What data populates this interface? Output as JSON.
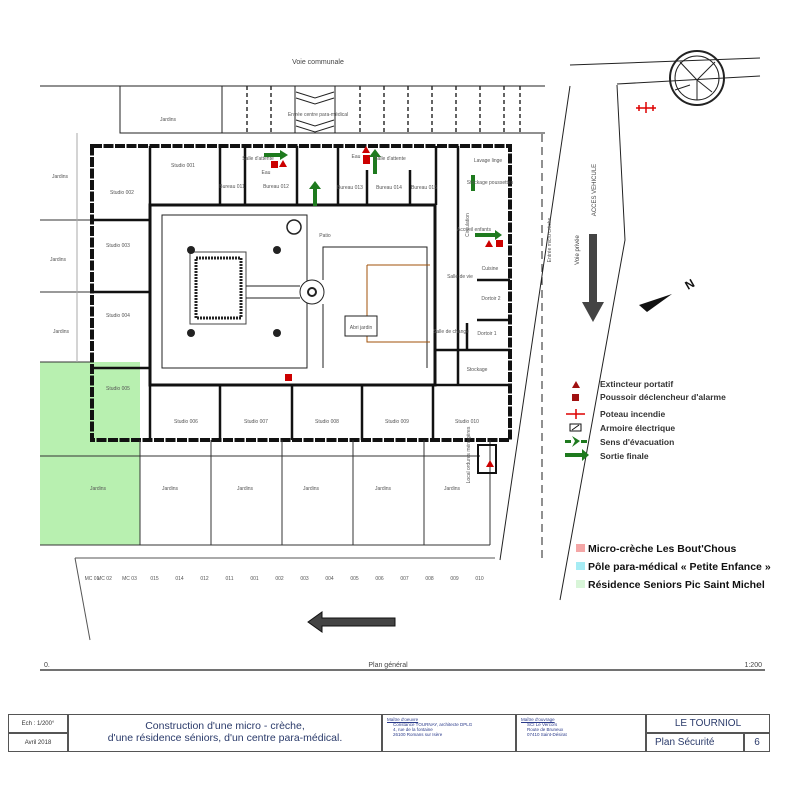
{
  "plan": {
    "road_top": "Voie communale",
    "entrance": "Entrée centre para-médical",
    "access": "ACCES VEHICULE",
    "private_road": "Voie privée",
    "micro_entrance": "Entrée micro crèche",
    "north": "N",
    "patio": "Patio",
    "abri": "Abri jardin",
    "garden": "Jardins",
    "local": "Local ordures ménagères",
    "rooms": {
      "studio_001": "Studio 001",
      "studio_002": "Studio 002",
      "studio_003": "Studio 003",
      "studio_004": "Studio 004",
      "studio_005": "Studio 005",
      "studio_006": "Studio 006",
      "studio_007": "Studio 007",
      "studio_008": "Studio 008",
      "studio_009": "Studio 009",
      "studio_010": "Studio 010",
      "bureau_011": "Bureau 011",
      "bureau_012": "Bureau 012",
      "bureau_013": "Bureau 013",
      "bureau_014": "Bureau 014",
      "bureau_015": "Bureau 015",
      "salle_attente_1": "Salle d'attente",
      "salle_attente_2": "Salle d'attente",
      "eau_1": "Eau",
      "eau_2": "Eau",
      "lavage": "Lavage linge",
      "stockage_poussettes": "Stockage poussettes",
      "circulation": "Circulation",
      "salle_de_vie": "Salle de vie",
      "cuisine": "Cuisine",
      "dortoir_1": "Dortoir 1",
      "dortoir_2": "Dortoir 2",
      "salle_change": "Salle de change",
      "stockage": "Stockage",
      "accueil": "Accueil enfants"
    },
    "parking_labels": [
      "MC 01",
      "MC 02",
      "MC 03",
      "015",
      "014",
      "012",
      "011",
      "001",
      "002",
      "003",
      "004",
      "005",
      "006",
      "007",
      "008",
      "009",
      "010"
    ],
    "scale_left": "0.",
    "plan_title": "Plan général",
    "scale_right": "1:200"
  },
  "legend": {
    "items": [
      {
        "icon": "extinguisher-icon",
        "label": "Extincteur portatif"
      },
      {
        "icon": "alarm-button-icon",
        "label": "Poussoir déclencheur d'alarme"
      },
      {
        "icon": "hydrant-icon",
        "label": "Poteau incendie"
      },
      {
        "icon": "electrical-cabinet-icon",
        "label": "Armoire électrique"
      },
      {
        "icon": "evacuation-direction-icon",
        "label": "Sens d'évacuation"
      },
      {
        "icon": "final-exit-icon",
        "label": "Sortie finale"
      }
    ],
    "zones": [
      {
        "label": "Micro-crèche Les Bout'Chous",
        "color": "#f4a6a6"
      },
      {
        "label": "Pôle para-médical « Petite Enfance »",
        "color": "#a6ecf4"
      },
      {
        "label": "Résidence Seniors Pic Saint Michel",
        "color": "#d8f5d8"
      }
    ]
  },
  "title_block": {
    "scale": "Ech : 1/200°",
    "date": "Avril 2018",
    "title_line1": "Construction  d'une micro - crèche,",
    "title_line2": "d'une résidence séniors, d'un centre para-médical.",
    "architect_heading": "Maître d'oeuvre",
    "architect_lines": [
      "Constance TOURNAY, architecte DPLG",
      "4, rue de la fontaine",
      "26100 Romans sur Isère"
    ],
    "owner_heading": "Maître d'ouvrage",
    "owner_lines": [
      "SCI Le Vercors",
      "Route de Bruneux",
      "07410 Saint-Désirat"
    ],
    "project": "LE TOURNIOL",
    "sheet": "Plan Sécurité",
    "number": "6"
  },
  "colors": {
    "red": "#c00000",
    "green": "#1e7a1e",
    "garden_green": "#b8f0b0",
    "wall": "#111111"
  }
}
